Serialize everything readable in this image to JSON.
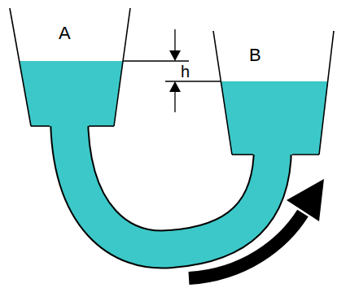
{
  "diagram": {
    "labels": [
      "A",
      "h",
      "B"
    ]
  }
}
